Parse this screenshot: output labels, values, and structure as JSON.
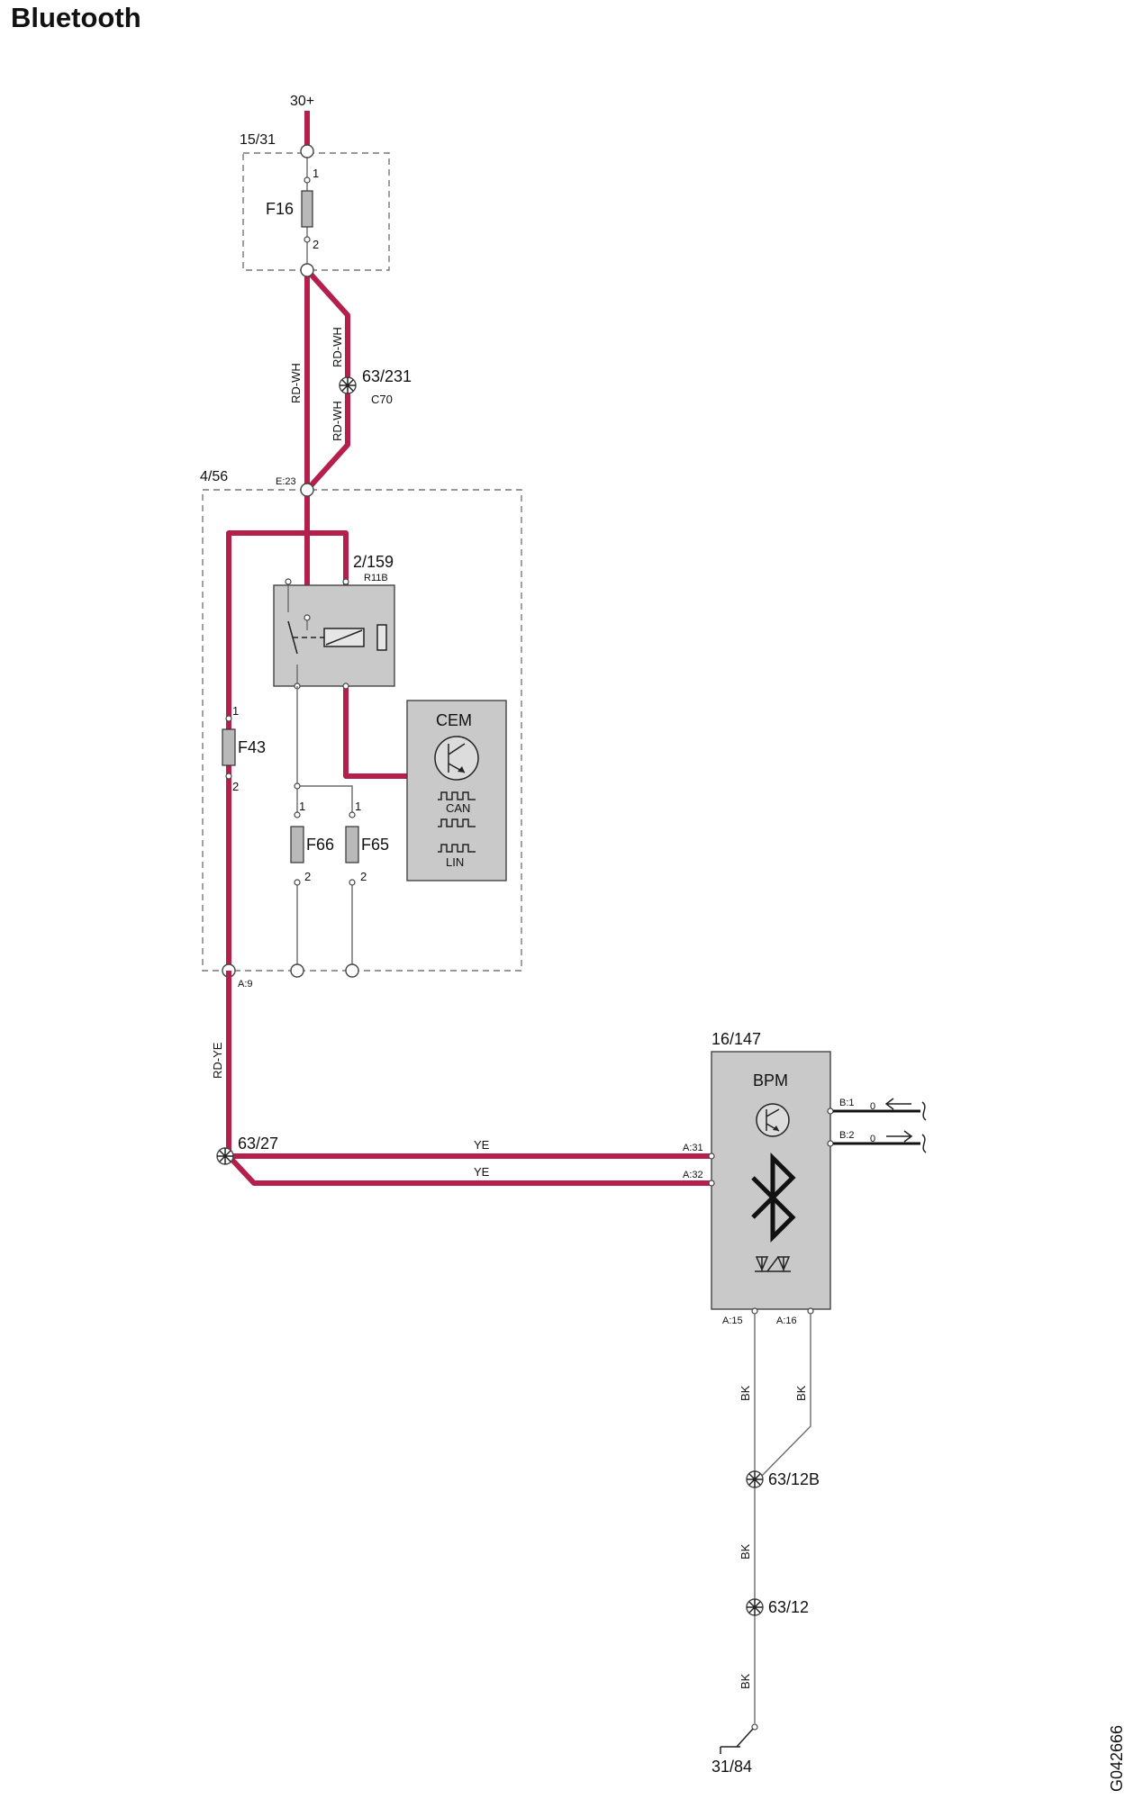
{
  "title": "Bluetooth",
  "drawing_id": "G042666",
  "supply": "30+",
  "ground": "31/84",
  "fuse_box": {
    "id": "15/31",
    "fuse": "F16",
    "pin1": "1",
    "pin2": "2"
  },
  "splice_c70": {
    "id": "63/231",
    "note": "C70"
  },
  "wire_rdwh": "RD-WH",
  "cem_box": {
    "id": "4/56",
    "pin_e23": "E:23",
    "pin_a9": "A:9",
    "relay": {
      "id": "2/159",
      "code": "R11B"
    },
    "fuses": [
      {
        "name": "F43",
        "pin1": "1",
        "pin2": "2"
      },
      {
        "name": "F66",
        "pin1": "1",
        "pin2": "2"
      },
      {
        "name": "F65",
        "pin1": "1",
        "pin2": "2"
      }
    ],
    "cem": {
      "label": "CEM",
      "can": "CAN",
      "lin": "LIN"
    }
  },
  "wire_rdye": "RD-YE",
  "splice_63_27": "63/27",
  "wire_ye": "YE",
  "bpm": {
    "id": "16/147",
    "label": "BPM",
    "pins": {
      "a31": "A:31",
      "a32": "A:32",
      "a15": "A:15",
      "a16": "A:16",
      "b1": "B:1",
      "b2": "B:2"
    },
    "signal_zero": "0"
  },
  "wire_bk": "BK",
  "splice_63_12b": "63/12B",
  "splice_63_12": "63/12",
  "colors": {
    "red_wire": "#b51f4b",
    "module_fill": "#c9c9c9"
  }
}
